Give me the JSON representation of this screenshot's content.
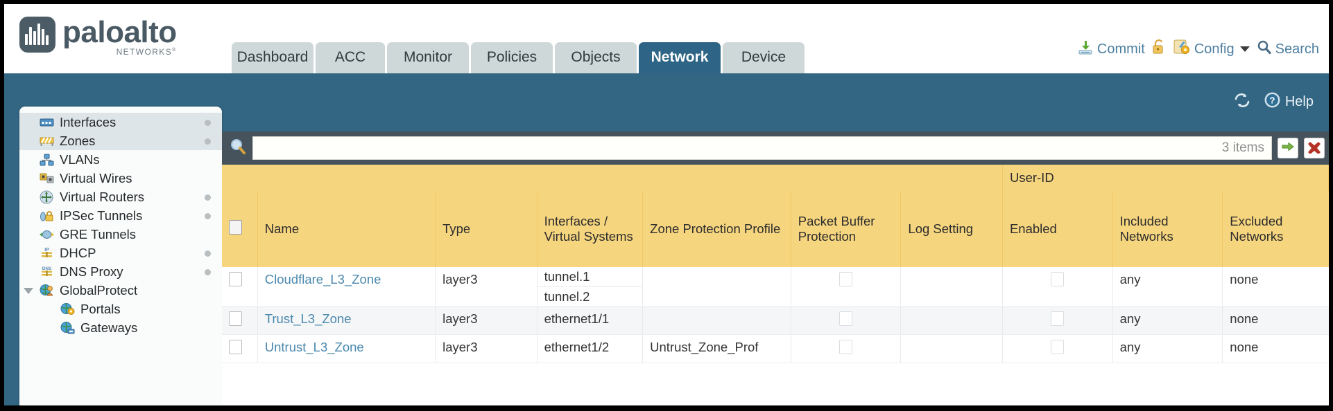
{
  "brand": {
    "name": "paloalto",
    "tagline": "NETWORKS",
    "registered": "®"
  },
  "nav": {
    "tabs": [
      {
        "label": "Dashboard",
        "active": false
      },
      {
        "label": "ACC",
        "active": false
      },
      {
        "label": "Monitor",
        "active": false
      },
      {
        "label": "Policies",
        "active": false
      },
      {
        "label": "Objects",
        "active": false
      },
      {
        "label": "Network",
        "active": true
      },
      {
        "label": "Device",
        "active": false
      }
    ]
  },
  "header_actions": {
    "commit": "Commit",
    "config": "Config",
    "search": "Search",
    "lock_icon": "lock-icon",
    "commit_icon": "commit-icon",
    "config_icon": "config-icon",
    "search_icon": "search-icon"
  },
  "toolbar": {
    "refresh_icon": "refresh-icon",
    "help": "Help",
    "help_icon": "help-icon"
  },
  "sidebar": {
    "items": [
      {
        "label": "Interfaces",
        "icon": "interfaces-icon",
        "selected": false,
        "dot": true,
        "child": false,
        "twisty": false
      },
      {
        "label": "Zones",
        "icon": "zones-icon",
        "selected": true,
        "dot": true,
        "child": false,
        "twisty": false
      },
      {
        "label": "VLANs",
        "icon": "vlans-icon",
        "selected": false,
        "dot": false,
        "child": false,
        "twisty": false
      },
      {
        "label": "Virtual Wires",
        "icon": "virtual-wires-icon",
        "selected": false,
        "dot": false,
        "child": false,
        "twisty": false
      },
      {
        "label": "Virtual Routers",
        "icon": "virtual-routers-icon",
        "selected": false,
        "dot": true,
        "child": false,
        "twisty": false
      },
      {
        "label": "IPSec Tunnels",
        "icon": "ipsec-tunnels-icon",
        "selected": false,
        "dot": true,
        "child": false,
        "twisty": false
      },
      {
        "label": "GRE Tunnels",
        "icon": "gre-tunnels-icon",
        "selected": false,
        "dot": false,
        "child": false,
        "twisty": false
      },
      {
        "label": "DHCP",
        "icon": "dhcp-icon",
        "selected": false,
        "dot": true,
        "child": false,
        "twisty": false
      },
      {
        "label": "DNS Proxy",
        "icon": "dns-proxy-icon",
        "selected": false,
        "dot": true,
        "child": false,
        "twisty": false
      },
      {
        "label": "GlobalProtect",
        "icon": "globalprotect-icon",
        "selected": false,
        "dot": false,
        "child": false,
        "twisty": true
      },
      {
        "label": "Portals",
        "icon": "portals-icon",
        "selected": false,
        "dot": false,
        "child": true,
        "twisty": false
      },
      {
        "label": "Gateways",
        "icon": "gateways-icon",
        "selected": false,
        "dot": false,
        "child": true,
        "twisty": false
      }
    ]
  },
  "search": {
    "value": "",
    "placeholder": "",
    "item_count": "3 items",
    "apply_icon": "apply-filter-arrow-icon",
    "clear_icon": "clear-filter-x-icon",
    "magnifier_icon": "magnifier-icon"
  },
  "table": {
    "group_header": "User-ID",
    "columns": [
      "Name",
      "Type",
      "Interfaces / Virtual Systems",
      "Zone Protection Profile",
      "Packet Buffer Protection",
      "Log Setting",
      "Enabled",
      "Included Networks",
      "Excluded Networks"
    ],
    "rows": [
      {
        "name": "Cloudflare_L3_Zone",
        "type": "layer3",
        "interfaces": [
          "tunnel.1",
          "tunnel.2"
        ],
        "zone_protection_profile": "",
        "packet_buffer_protection": false,
        "log_setting": "",
        "userid_enabled": false,
        "included_networks": "any",
        "excluded_networks": "none"
      },
      {
        "name": "Trust_L3_Zone",
        "type": "layer3",
        "interfaces": [
          "ethernet1/1"
        ],
        "zone_protection_profile": "",
        "packet_buffer_protection": false,
        "log_setting": "",
        "userid_enabled": false,
        "included_networks": "any",
        "excluded_networks": "none"
      },
      {
        "name": "Untrust_L3_Zone",
        "type": "layer3",
        "interfaces": [
          "ethernet1/2"
        ],
        "zone_protection_profile": "Untrust_Zone_Prof",
        "packet_buffer_protection": false,
        "log_setting": "",
        "userid_enabled": false,
        "included_networks": "any",
        "excluded_networks": "none"
      }
    ]
  },
  "colors": {
    "brand_blue": "#336683",
    "tab_active": "#2e6586",
    "tab_inactive": "#cfd8d8",
    "table_header": "#f6d57f",
    "table_group_header": "#e3b344",
    "link": "#4a88ad",
    "searchbar": "#46535c"
  }
}
